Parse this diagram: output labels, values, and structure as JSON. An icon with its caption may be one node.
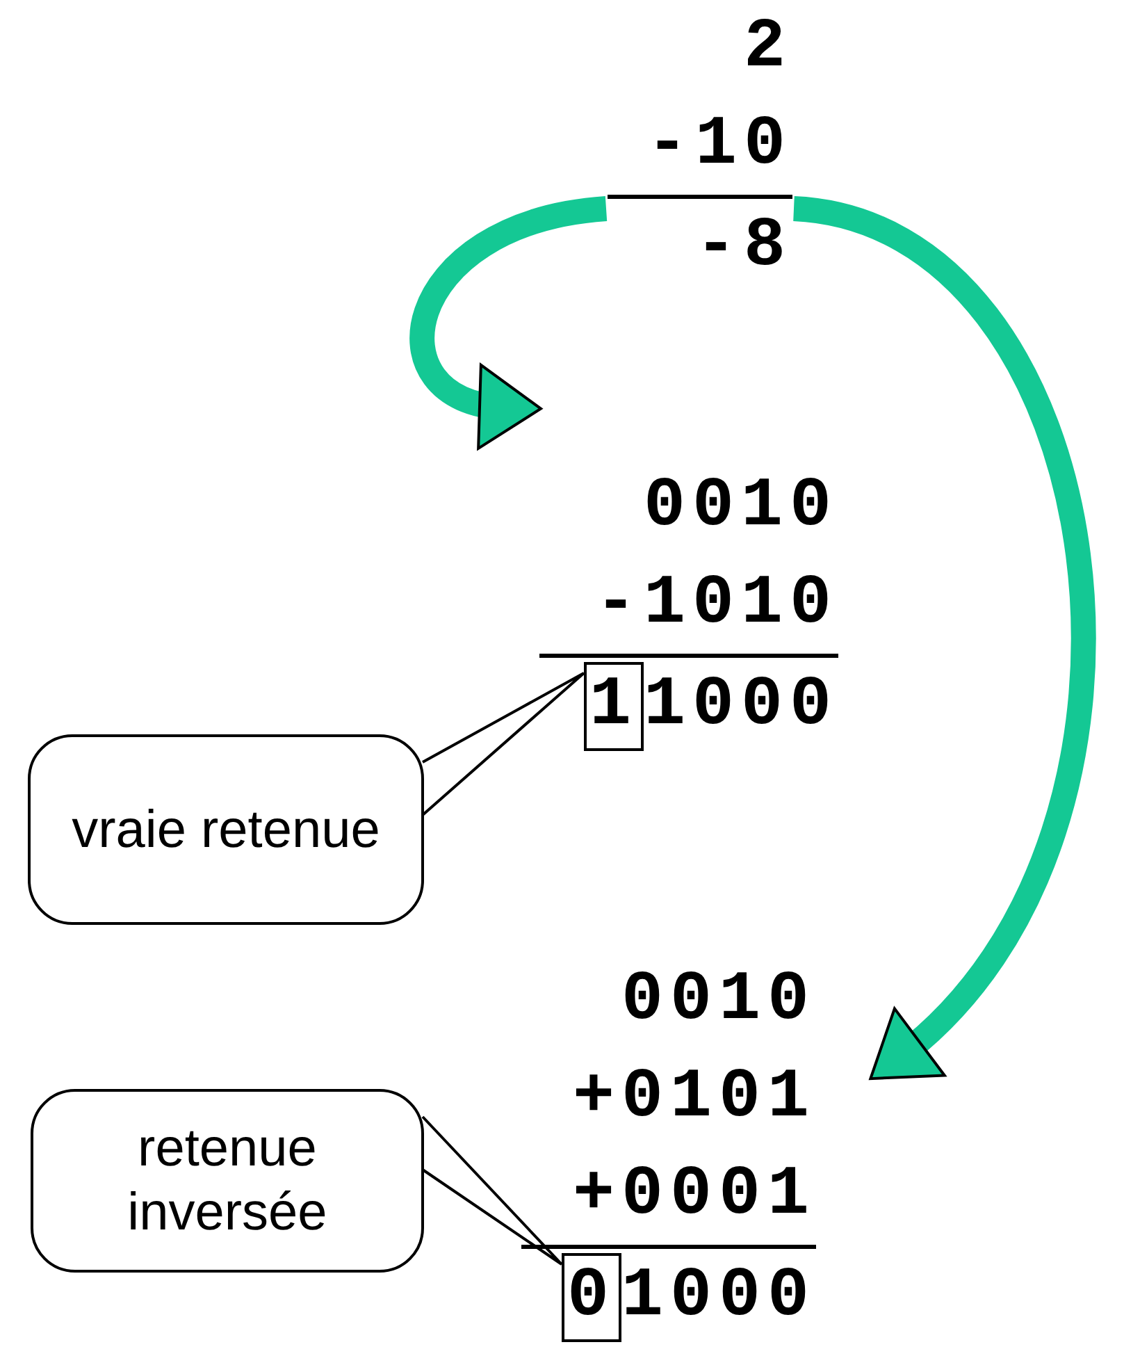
{
  "diagram": {
    "nodes": [
      {
        "text": [
          "2",
          "-10",
          "-8"
        ]
      },
      {
        "text": [
          "0010",
          "-1010",
          "1000"
        ]
      },
      {
        "text": [
          "1"
        ]
      },
      {
        "text": [
          "vraie retenue"
        ]
      },
      {
        "text": [
          "0010",
          "+0101",
          "+0001",
          "1000"
        ]
      },
      {
        "text": [
          "0"
        ]
      },
      {
        "text": [
          "retenue inversée"
        ]
      }
    ],
    "edges": [
      {
        "from": 0,
        "to": 1,
        "arrow": "to",
        "style": "thick"
      },
      {
        "from": 0,
        "to": 4,
        "arrow": "to",
        "style": "thick"
      },
      {
        "from": 3,
        "to": 2,
        "arrow": "none",
        "color": "#000000"
      },
      {
        "from": 6,
        "to": 5,
        "arrow": "none",
        "color": "#000000"
      }
    ]
  }
}
